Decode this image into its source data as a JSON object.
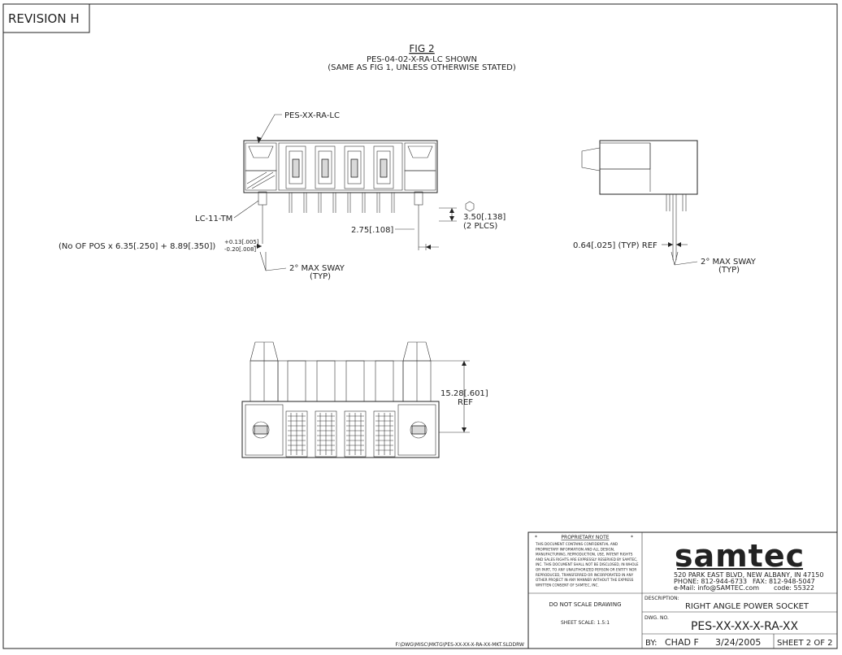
{
  "revision": "REVISION  H",
  "figure": {
    "title": "FIG 2",
    "subtitle": "PES-04-02-X-RA-LC SHOWN",
    "note": "(SAME AS FIG 1, UNLESS OTHERWISE STATED)"
  },
  "callouts": {
    "part": "PES-XX-RA-LC",
    "latch": "LC-11-TM",
    "formula": "(No OF POS x 6.35[.250] + 8.89[.350])",
    "tol_plus": "+0.13[.005]",
    "tol_minus": "-0.20[.008]",
    "sway_front": "2° MAX SWAY",
    "sway_front_typ": "(TYP)",
    "dim_275": "2.75[.108]",
    "dim_350": "3.50[.138]",
    "dim_350_note": "(2 PLCS)",
    "dim_064": "0.64[.025] (TYP) REF",
    "sway_side": "2° MAX SWAY",
    "sway_side_typ": "(TYP)",
    "dim_1528": "15.28[.601]",
    "dim_1528_ref": "REF"
  },
  "title_block": {
    "proprietary_title": "PROPRIETARY NOTE",
    "proprietary_lines": [
      "THIS DOCUMENT CONTAINS CONFIDENTIAL AND",
      "PROPRIETARY INFORMATION AND ALL DESIGN,",
      "MANUFACTURING, REPRODUCTION, USE, PATENT RIGHTS",
      "AND SALES RIGHTS ARE EXPRESSLY RESERVED BY SAMTEC,",
      "INC. THIS DOCUMENT SHALL NOT BE DISCLOSED, IN WHOLE",
      "OR PART, TO ANY UNAUTHORIZED PERSON OR ENTITY NOR",
      "REPRODUCED, TRANSFERRED OR INCORPORATED IN ANY",
      "OTHER PROJECT IN ANY MANNER WITHOUT THE EXPRESS",
      "WRITTEN CONSENT OF SAMTEC, INC."
    ],
    "logo": "samtec",
    "address": "520 PARK EAST BLVD, NEW ALBANY, IN 47150",
    "phone": "PHONE: 812-944-6733",
    "fax": "FAX: 812-948-5047",
    "email": "e-Mail: info@SAMTEC.com",
    "code": "code: 55322",
    "do_not_scale": "DO NOT SCALE DRAWING",
    "sheet_scale": "SHEET SCALE: 1.5:1",
    "description_label": "DESCRIPTION:",
    "description": "RIGHT ANGLE POWER SOCKET",
    "dwg_label": "DWG. NO.",
    "dwg_no": "PES-XX-XX-X-RA-XX",
    "by_label": "BY:",
    "by": "CHAD F",
    "date": "3/24/2005",
    "sheet": "SHEET 2 OF 2",
    "file_path": "F:\\DWG\\MISC\\MKTG\\PES-XX-XX-X-RA-XX-MKT.SLDDRW"
  }
}
